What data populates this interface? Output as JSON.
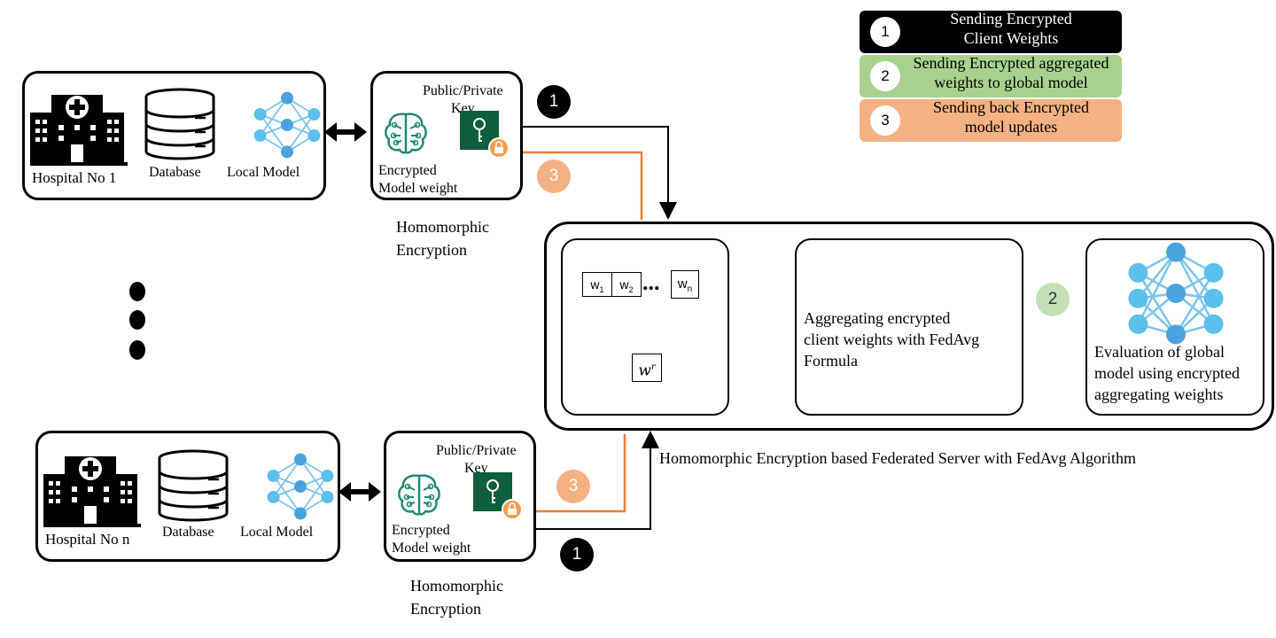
{
  "legend": [
    {
      "num": "1",
      "text": "Sending  Encrypted\nClient Weights",
      "bg": "#000000",
      "color": "#ffffff"
    },
    {
      "num": "2",
      "text": "Sending Encrypted aggregated\nweights to global model",
      "bg": "#a9d18e",
      "color": "#000000"
    },
    {
      "num": "3",
      "text": "Sending back Encrypted\nmodel updates",
      "bg": "#f4b183",
      "color": "#000000"
    }
  ],
  "client_top": {
    "hospital": "Hospital  No 1",
    "database": "Database",
    "model": "Local Model",
    "key": "Public/Private\nKey",
    "enc_weight": "Encrypted\nModel weight",
    "he": "Homomorphic\nEncryption"
  },
  "client_bottom": {
    "hospital": "Hospital  No  n",
    "database": "Database",
    "model": "Local Model",
    "key": "Public/Private\nKey",
    "enc_weight": "Encrypted\nModel weight",
    "he": "Homomorphic\nEncryption"
  },
  "badges": {
    "one": "1",
    "two": "2",
    "three": "3"
  },
  "server": {
    "caption": "Homomorphic Encryption based Federated Server with FedAvg Algorithm",
    "w1": "w",
    "w1_sub": "1",
    "w2": "w",
    "w2_sub": "2",
    "wn": "w",
    "wn_sub": "n",
    "ellipsis": "...",
    "wr": "w",
    "wr_sup": "r",
    "aggregate": "Aggregating  encrypted\nclient weights with FedAvg\nFormula",
    "evaluate": "Evaluation of global\nmodel using encrypted\naggregating weights"
  },
  "colors": {
    "black": "#000000",
    "orange": "#ed7d31",
    "green": "#70ad47",
    "nn_blue": "#4aa3df",
    "nn_light": "#5bc0eb",
    "teal": "#1f8a70",
    "key_green": "#0f5e3d"
  }
}
